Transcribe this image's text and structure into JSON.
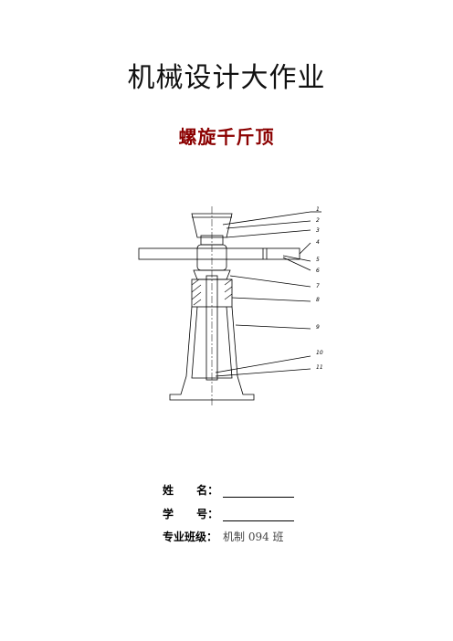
{
  "document": {
    "title": "机械设计大作业",
    "subtitle": "螺旋千斤顶"
  },
  "drawing": {
    "part_numbers": [
      "1",
      "2",
      "3",
      "4",
      "5",
      "6",
      "7",
      "8",
      "9",
      "10",
      "11"
    ]
  },
  "fields": [
    {
      "label": "姓      名：",
      "value": ""
    },
    {
      "label": "学      号：",
      "value": ""
    },
    {
      "label": "专业班级：",
      "value": "机制  094  班"
    }
  ]
}
